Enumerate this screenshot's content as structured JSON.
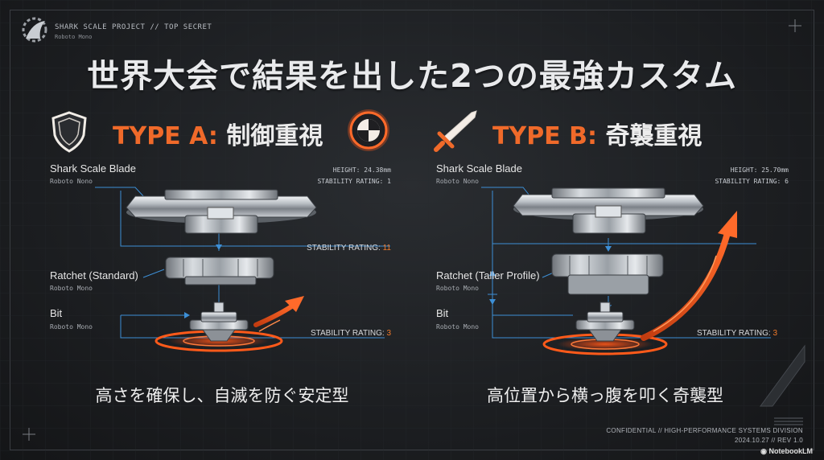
{
  "header": {
    "project_title": "SHARK SCALE PROJECT // TOP SECRET",
    "project_sub": "Roboto Mono",
    "logo_icon": "gear-shark-fin-icon"
  },
  "title": "世界大会で結果を出した2つの最強カスタム",
  "type_a": {
    "tag": "TYPE A:",
    "subtitle": "制御重視",
    "icon": "shield-icon",
    "badge_icon": "target-icon",
    "blade_label": "Shark Scale Blade",
    "blade_sub": "Roboto Nono",
    "height": "HEIGHT: 24.38mm",
    "stability_top": "STABILITY RATING: 1",
    "stability_mid_label": "STABILITY RATING:",
    "stability_mid_num": "11",
    "ratchet_label": "Ratchet (Standard)",
    "ratchet_sub": "Roboto Mono",
    "bit_label": "Bit",
    "bit_sub": "Roboto Mono",
    "stability_bot_label": "STABILITY RATING:",
    "stability_bot_num": "3",
    "caption": "高さを確保し、自滅を防ぐ安定型"
  },
  "type_b": {
    "tag": "TYPE B:",
    "subtitle": "奇襲重視",
    "icon": "sword-icon",
    "blade_label": "Shark Scale Blade",
    "blade_sub": "Roboto Nono",
    "height": "HEIGHT: 25.70mm",
    "stability_top": "STABILITY RATING: 6",
    "ratchet_label": "Ratchet (Taller Profile)",
    "ratchet_sub": "Roboto Mono",
    "bit_label": "Bit",
    "bit_sub": "Roboto Mono",
    "stability_bot_label": "STABILITY RATING:",
    "stability_bot_num": "3",
    "caption": "高位置から横っ腹を叩く奇襲型"
  },
  "footer": {
    "line1": "CONFIDENTIAL // HIGH-PERFORMANCE SYSTEMS DIVISION",
    "line2": "2024.10.27 // REV 1.0",
    "brand": "NotebookLM"
  },
  "colors": {
    "accent": "#f06a2a",
    "guide": "#3d8fd6",
    "background": "#1b1d20"
  }
}
